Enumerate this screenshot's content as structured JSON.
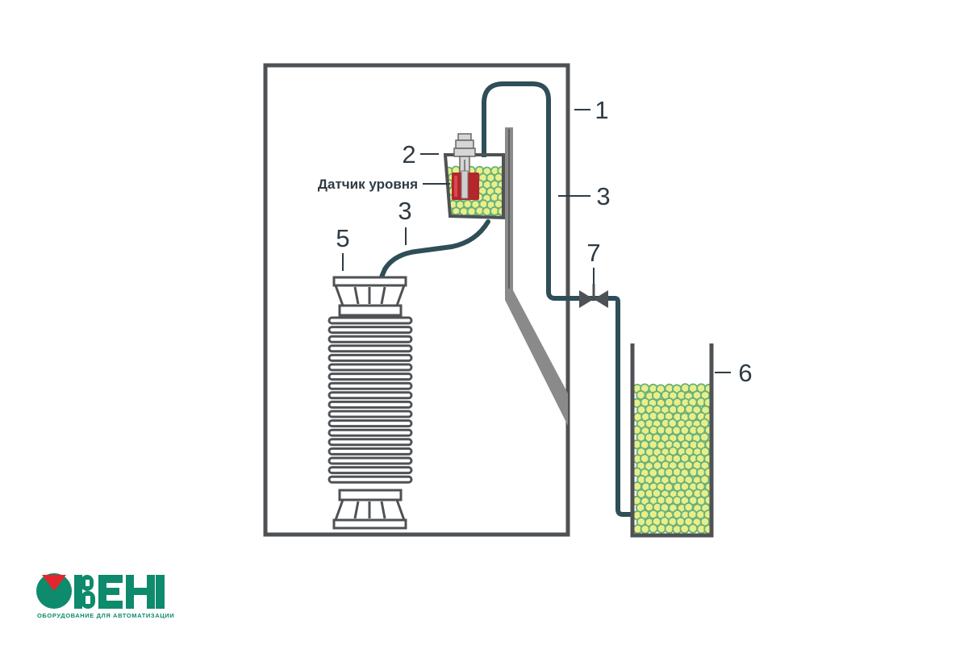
{
  "diagram": {
    "labels": {
      "l1": "1",
      "l2": "2",
      "l3_pipe_right": "3",
      "l3_pipe_left": "3",
      "l5": "5",
      "l6": "6",
      "l7": "7",
      "sensor": "Датчик уровня"
    }
  },
  "logo": {
    "tagline": "ОБОРУДОВАНИЕ ДЛЯ АВТОМАТИЗАЦИИ"
  },
  "colors": {
    "outline": "#4f5255",
    "pipe": "#2e4e58",
    "chute": "#8a8a8a",
    "granule_fill": "#e8ef8a",
    "granule_stroke": "#6ab07a",
    "sensor_red": "#b3262c",
    "label_text": "#2f3b44",
    "brand_green": "#0e8a6c",
    "brand_red": "#e3262e"
  }
}
